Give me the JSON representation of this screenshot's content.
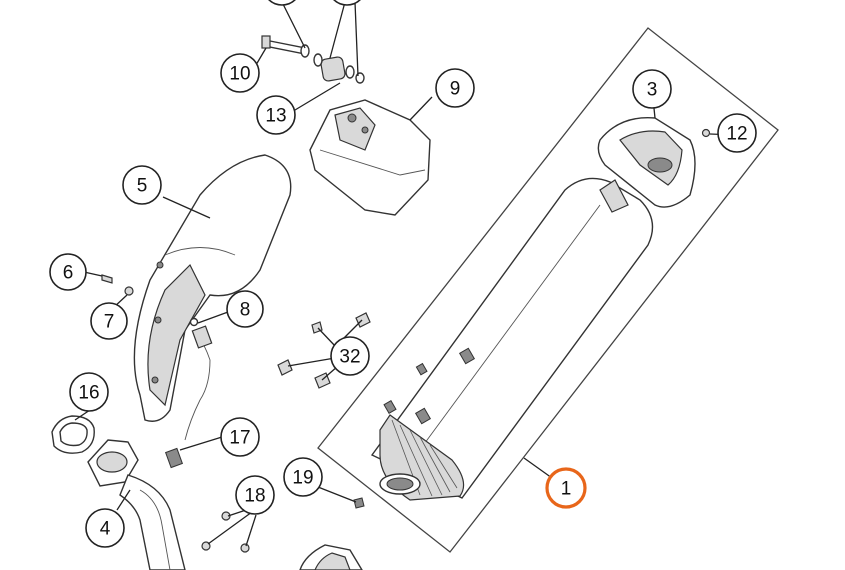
{
  "callouts": [
    {
      "id": "1",
      "label": "1",
      "highlight": true
    },
    {
      "id": "3",
      "label": "3"
    },
    {
      "id": "4",
      "label": "4"
    },
    {
      "id": "5",
      "label": "5"
    },
    {
      "id": "6",
      "label": "6"
    },
    {
      "id": "7",
      "label": "7"
    },
    {
      "id": "8",
      "label": "8"
    },
    {
      "id": "9",
      "label": "9"
    },
    {
      "id": "10",
      "label": "10"
    },
    {
      "id": "12",
      "label": "12"
    },
    {
      "id": "13",
      "label": "13"
    },
    {
      "id": "16",
      "label": "16"
    },
    {
      "id": "17",
      "label": "17"
    },
    {
      "id": "18",
      "label": "18"
    },
    {
      "id": "19",
      "label": "19"
    },
    {
      "id": "32",
      "label": "32"
    }
  ],
  "colors": {
    "highlight": "#e8661a",
    "line": "#222222",
    "shade": "#d9d9d9"
  }
}
